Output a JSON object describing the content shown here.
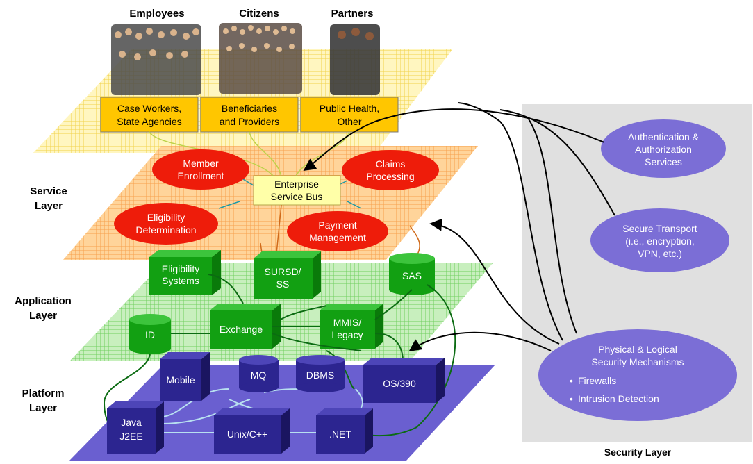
{
  "audience": {
    "employees": "Employees",
    "citizens": "Citizens",
    "partners": "Partners"
  },
  "entry_points": [
    [
      "Case Workers,",
      "State Agencies"
    ],
    [
      "Beneficiaries",
      "and Providers"
    ],
    [
      "Public Health,",
      "Other"
    ]
  ],
  "layers": {
    "service": [
      "Service",
      "Layer"
    ],
    "application": [
      "Application",
      "Layer"
    ],
    "platform": [
      "Platform",
      "Layer"
    ],
    "security": "Security Layer"
  },
  "services": {
    "member_enrollment": [
      "Member",
      "Enrollment"
    ],
    "claims_processing": [
      "Claims",
      "Processing"
    ],
    "eligibility_determination": [
      "Eligibility",
      "Determination"
    ],
    "payment_management": [
      "Payment",
      "Management"
    ],
    "esb": [
      "Enterprise",
      "Service Bus"
    ]
  },
  "applications": {
    "eligibility_systems": [
      "Eligibility",
      "Systems"
    ],
    "sursd": [
      "SURSD/",
      "SS"
    ],
    "sas": "SAS",
    "exchange": "Exchange",
    "mmis": [
      "MMIS/",
      "Legacy"
    ],
    "id": "ID"
  },
  "platform": {
    "mobile": "Mobile",
    "mq": "MQ",
    "dbms": "DBMS",
    "os390": "OS/390",
    "java": [
      "Java",
      "J2EE"
    ],
    "unix": "Unix/C++",
    "dotnet": ".NET"
  },
  "security": {
    "auth": [
      "Authentication &",
      "Authorization",
      "Services"
    ],
    "transport": [
      "Secure Transport",
      "(i.e., encryption,",
      "VPN, etc.)"
    ],
    "physical": [
      "Physical & Logical",
      "Security Mechanisms"
    ],
    "bullets": [
      "Firewalls",
      "Intrusion Detection"
    ]
  },
  "colors": {
    "user_plane": "#fff0a0",
    "service_plane": "#ffc27a",
    "app_plane": "#9ede8e",
    "platform_plane": "#6a5fd0",
    "service_ellipse": "#ee1c0a",
    "esb_box": "#ffffa8",
    "app_box": "#12a012",
    "platform_box": "#2c2590",
    "security_panel": "#e0e0e0",
    "security_ellipse": "#7b6ed6",
    "entry_box": "#ffc600"
  }
}
